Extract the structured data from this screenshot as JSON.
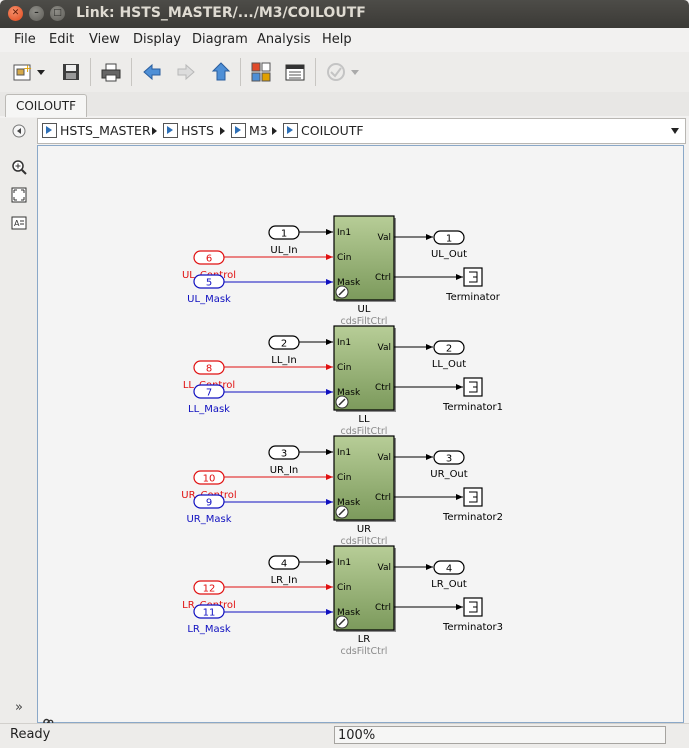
{
  "window": {
    "title": "Link: HSTS_MASTER/.../M3/COILOUTF"
  },
  "menu": [
    "File",
    "Edit",
    "View",
    "Display",
    "Diagram",
    "Analysis",
    "Help"
  ],
  "toolbar": {
    "icons": [
      "new-model-icon",
      "dropdown-arrow-icon",
      "save-icon",
      "print-icon",
      "back-arrow-icon",
      "forward-arrow-icon",
      "up-arrow-icon",
      "model-browser-icon",
      "library-browser-icon",
      "check-icon"
    ]
  },
  "tab": {
    "label": "COILOUTF"
  },
  "breadcrumbs": [
    "HSTS_MASTER",
    "HSTS",
    "M3",
    "COILOUTF"
  ],
  "blocks": [
    {
      "name": "UL",
      "subtitle": "cdsFiltCtrl",
      "ports_in": [
        "In1",
        "Cin",
        "Mask"
      ],
      "ports_out": [
        "Val",
        "Ctrl"
      ],
      "in_port": {
        "num": "1",
        "label": "UL_In"
      },
      "control_port": {
        "num": "6",
        "label": "UL_Control"
      },
      "mask_port": {
        "num": "5",
        "label": "UL_Mask"
      },
      "out_port": {
        "num": "1",
        "label": "UL_Out"
      },
      "terminator": "Terminator"
    },
    {
      "name": "LL",
      "subtitle": "cdsFiltCtrl",
      "ports_in": [
        "In1",
        "Cin",
        "Mask"
      ],
      "ports_out": [
        "Val",
        "Ctrl"
      ],
      "in_port": {
        "num": "2",
        "label": "LL_In"
      },
      "control_port": {
        "num": "8",
        "label": "LL_Control"
      },
      "mask_port": {
        "num": "7",
        "label": "LL_Mask"
      },
      "out_port": {
        "num": "2",
        "label": "LL_Out"
      },
      "terminator": "Terminator1"
    },
    {
      "name": "UR",
      "subtitle": "cdsFiltCtrl",
      "ports_in": [
        "In1",
        "Cin",
        "Mask"
      ],
      "ports_out": [
        "Val",
        "Ctrl"
      ],
      "in_port": {
        "num": "3",
        "label": "UR_In"
      },
      "control_port": {
        "num": "10",
        "label": "UR_Control"
      },
      "mask_port": {
        "num": "9",
        "label": "UR_Mask"
      },
      "out_port": {
        "num": "3",
        "label": "UR_Out"
      },
      "terminator": "Terminator2"
    },
    {
      "name": "LR",
      "subtitle": "cdsFiltCtrl",
      "ports_in": [
        "In1",
        "Cin",
        "Mask"
      ],
      "ports_out": [
        "Val",
        "Ctrl"
      ],
      "in_port": {
        "num": "4",
        "label": "LR_In"
      },
      "control_port": {
        "num": "12",
        "label": "LR_Control"
      },
      "mask_port": {
        "num": "11",
        "label": "LR_Mask"
      },
      "out_port": {
        "num": "4",
        "label": "LR_Out"
      },
      "terminator": "Terminator3"
    }
  ],
  "status": {
    "text": "Ready",
    "zoom": "100%"
  },
  "colors": {
    "control_line": "#e01010",
    "mask_line": "#1010c0",
    "block_fill_top": "#b7cd97",
    "block_fill_bottom": "#7c9a5c",
    "subtitle": "#8a8a8a"
  }
}
